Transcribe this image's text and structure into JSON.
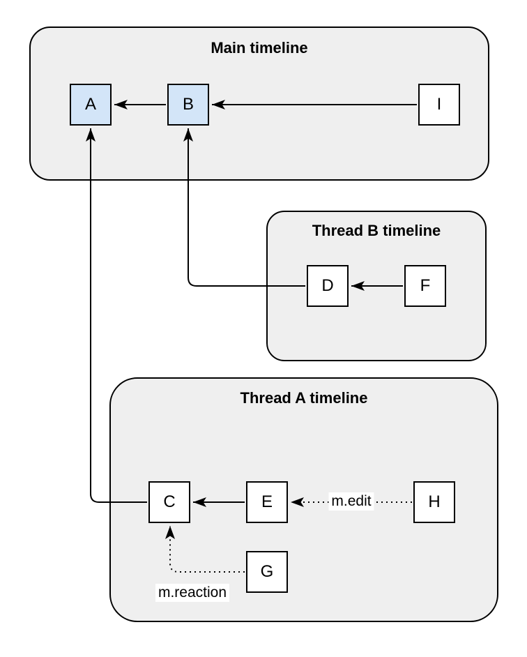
{
  "diagram": {
    "type": "event-dag-timelines",
    "colors": {
      "page_background": "#ffffff",
      "container_fill": "#efefef",
      "container_border": "#000000",
      "node_fill": "#ffffff",
      "node_fill_highlight": "#d3e5f8",
      "node_border": "#000000",
      "arrow": "#000000"
    },
    "containers": [
      {
        "id": "main",
        "title": "Main timeline"
      },
      {
        "id": "thread_b",
        "title": "Thread B timeline"
      },
      {
        "id": "thread_a",
        "title": "Thread A timeline"
      }
    ],
    "nodes": [
      {
        "id": "A",
        "label": "A",
        "container": "main",
        "highlighted": true
      },
      {
        "id": "B",
        "label": "B",
        "container": "main",
        "highlighted": true
      },
      {
        "id": "I",
        "label": "I",
        "container": "main",
        "highlighted": false
      },
      {
        "id": "D",
        "label": "D",
        "container": "thread_b",
        "highlighted": false
      },
      {
        "id": "F",
        "label": "F",
        "container": "thread_b",
        "highlighted": false
      },
      {
        "id": "C",
        "label": "C",
        "container": "thread_a",
        "highlighted": false
      },
      {
        "id": "E",
        "label": "E",
        "container": "thread_a",
        "highlighted": false
      },
      {
        "id": "H",
        "label": "H",
        "container": "thread_a",
        "highlighted": false
      },
      {
        "id": "G",
        "label": "G",
        "container": "thread_a",
        "highlighted": false
      }
    ],
    "edges": [
      {
        "from": "B",
        "to": "A",
        "style": "solid",
        "label": ""
      },
      {
        "from": "I",
        "to": "B",
        "style": "solid",
        "label": ""
      },
      {
        "from": "F",
        "to": "D",
        "style": "solid",
        "label": ""
      },
      {
        "from": "E",
        "to": "C",
        "style": "solid",
        "label": ""
      },
      {
        "from": "D",
        "to": "B",
        "style": "solid",
        "label": ""
      },
      {
        "from": "C",
        "to": "A",
        "style": "solid",
        "label": ""
      },
      {
        "from": "H",
        "to": "E",
        "style": "dotted",
        "label": "m.edit"
      },
      {
        "from": "G",
        "to": "C",
        "style": "dotted",
        "label": "m.reaction"
      }
    ]
  }
}
